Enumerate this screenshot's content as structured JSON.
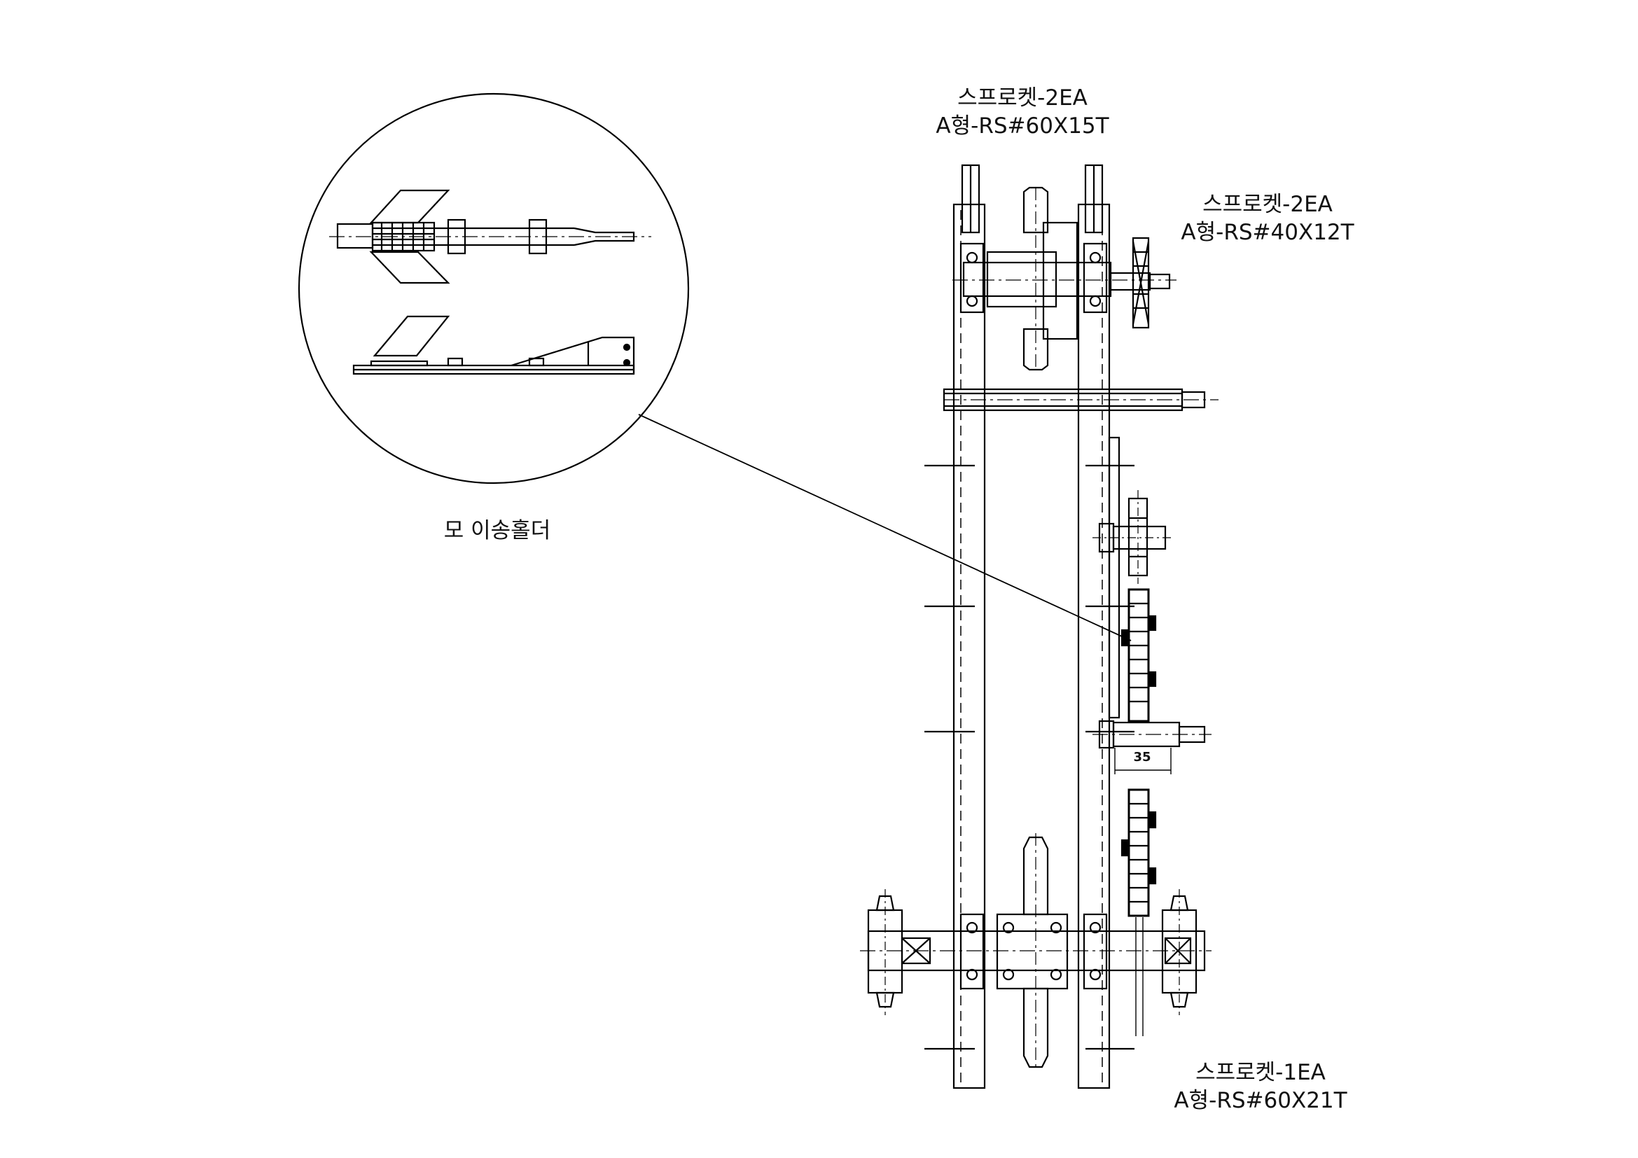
{
  "labels": {
    "top_sprocket": {
      "line1": "스프로켓-2EA",
      "line2": "A형-RS#60X15T"
    },
    "right_sprocket": {
      "line1": "스프로켓-2EA",
      "line2": "A형-RS#40X12T"
    },
    "bottom_sprocket": {
      "line1": "스프로켓-1EA",
      "line2": "A형-RS#60X21T"
    },
    "detail_caption": "모 이송홀더",
    "dimension": "35"
  },
  "colors": {
    "line": "#000000",
    "background": "#ffffff"
  }
}
